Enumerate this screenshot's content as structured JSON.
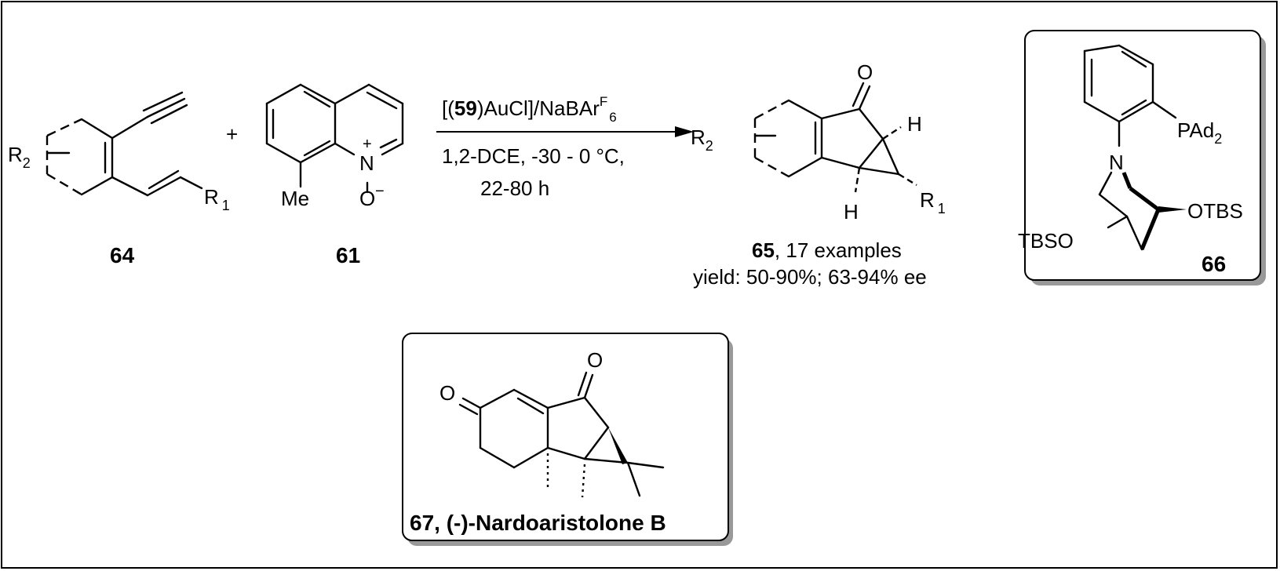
{
  "scheme": {
    "reactant_1": {
      "label": "64",
      "substituents": [
        "R2",
        "R1"
      ]
    },
    "plus_sign": "+",
    "reactant_2": {
      "label": "61",
      "substituents": [
        "Me",
        "N+",
        "O-"
      ]
    },
    "conditions": {
      "above_arrow_prefix": "[(",
      "catalyst_ligand": "59",
      "above_arrow_suffix": ")AuCl]/NaBAr",
      "superscript": "F",
      "subscript": "6",
      "below_line_1": "1,2-DCE, -30 - 0 °C,",
      "below_line_2": "22-80 h"
    },
    "product": {
      "label": "65",
      "examples_text": ", 17 examples",
      "yield_text": "yield: 50-90%;  63-94% ee",
      "atoms": [
        "O",
        "H",
        "H",
        "R2",
        "R1"
      ]
    },
    "ligand_box": {
      "label": "66",
      "groups": [
        "PAd2",
        "N",
        "OTBS",
        "TBSO"
      ]
    },
    "natural_product_box": {
      "label_text": "67, (-)-Nardoaristolone  B",
      "atoms": [
        "O",
        "O"
      ]
    }
  }
}
